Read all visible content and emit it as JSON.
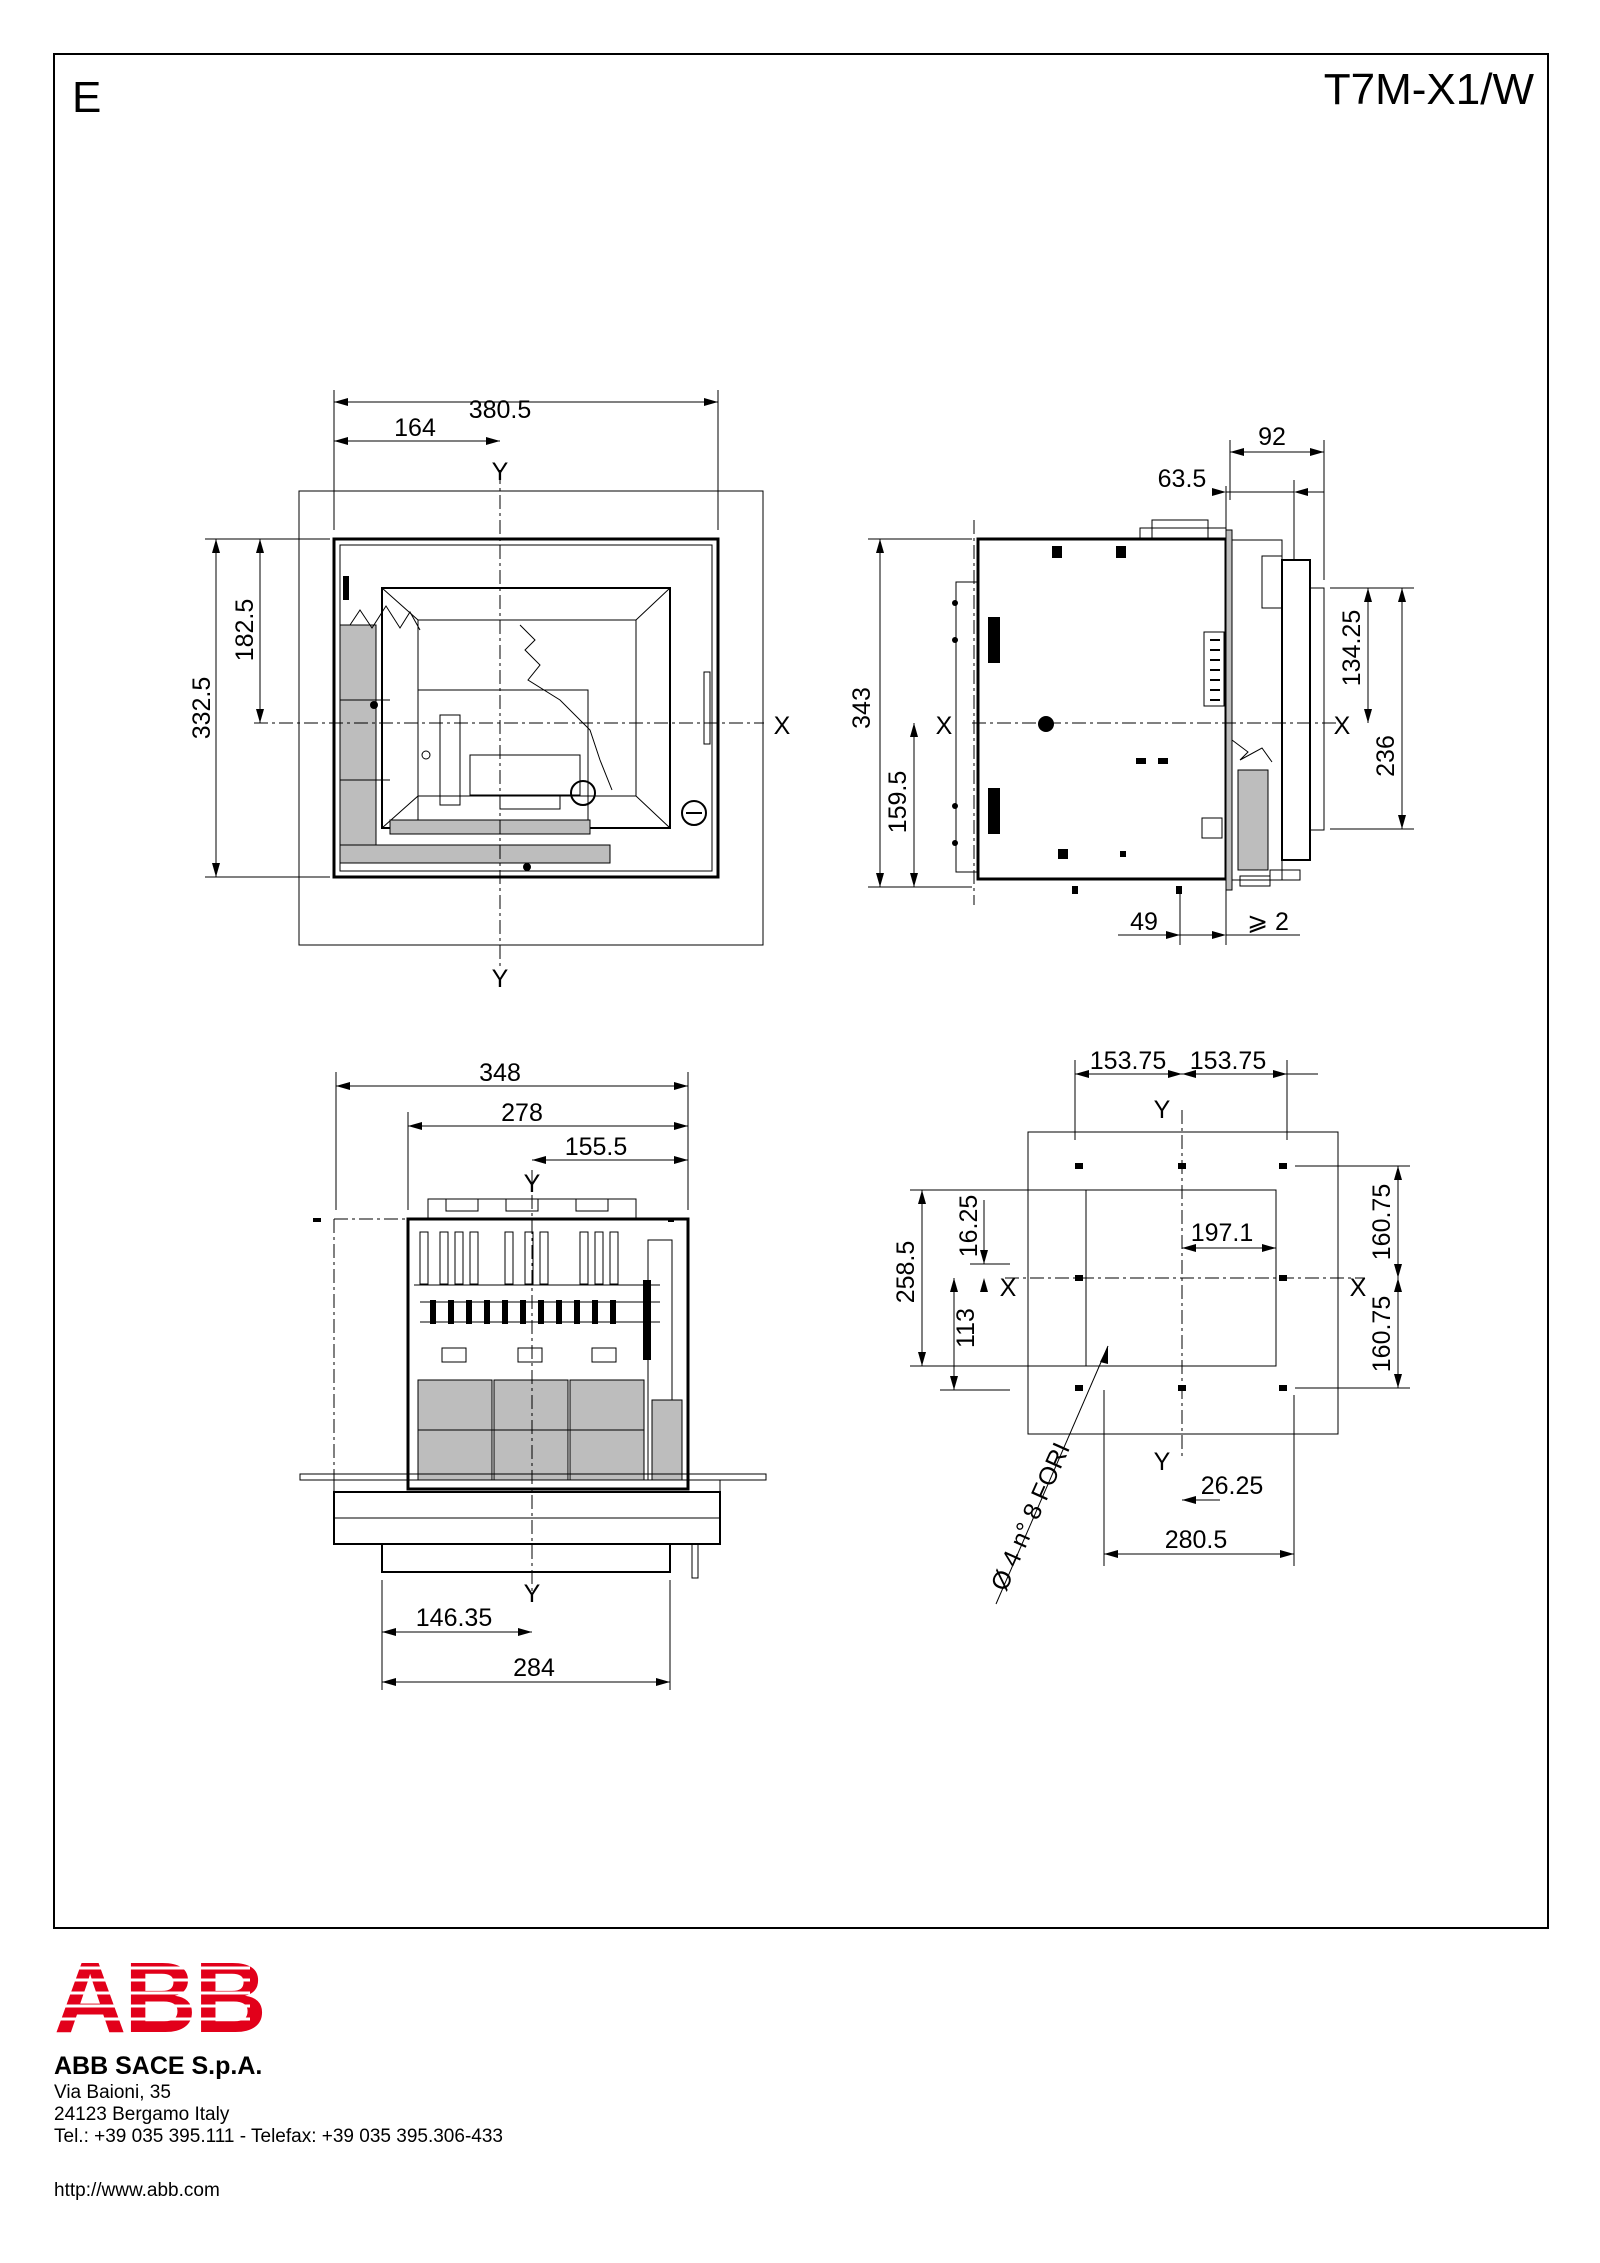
{
  "sheet": {
    "letter": "E",
    "model": "T7M-X1/W"
  },
  "axes": {
    "x": "X",
    "y": "Y"
  },
  "front_view": {
    "width_total": "380.5",
    "width_to_axis": "164",
    "height_total": "332.5",
    "height_to_axis": "182.5"
  },
  "side_view": {
    "depth_front": "92",
    "depth_flange": "63.5",
    "height_total": "343",
    "height_to_axis": "159.5",
    "upper_to_axis": "134.25",
    "panel_height": "236",
    "rear_offset": "49",
    "clearance": "⩾ 2"
  },
  "top_view": {
    "width_total": "348",
    "width_frame": "278",
    "width_to_axis": "155.5",
    "base_to_axis": "146.35",
    "base_width": "284"
  },
  "drilling": {
    "half_width_left": "153.75",
    "half_width_right": "153.75",
    "cutout_height": "258.5",
    "upper_offset": "16.25",
    "lower_offset": "113",
    "cutout_half": "197.1",
    "vertical_upper": "160.75",
    "vertical_lower": "160.75",
    "hole_offset": "26.25",
    "cutout_width": "280.5",
    "holes_note": "Ø 4 n° 8 FORI"
  },
  "company": {
    "name": "ABB SACE S.p.A.",
    "street": "Via Baioni, 35",
    "city": "24123 Bergamo Italy",
    "phone": "Tel.: +39 035 395.111 - Telefax: +39 035 395.306-433",
    "website": "http://www.abb.com",
    "logo_text": "ABB",
    "logo_color": "#e2001a"
  }
}
